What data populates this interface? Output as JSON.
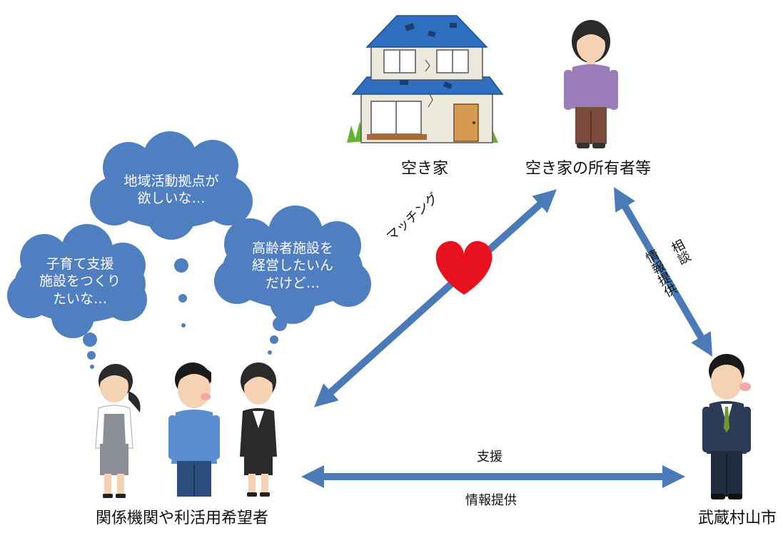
{
  "nodes": {
    "vacant_house": "空き家",
    "owner": "空き家の所有者等",
    "organizations": "関係機関や利活用希望者",
    "city": "武蔵村山市"
  },
  "bubbles": {
    "top": [
      "地域活動拠点が",
      "欲しいな…"
    ],
    "left": [
      "子育て支援",
      "施設をつくり",
      "たいな…"
    ],
    "right": [
      "高齢者施設を",
      "経営したいん",
      "だけど…"
    ]
  },
  "arrows": {
    "matching": "マッチング",
    "owner_city_1": "相談",
    "owner_city_2": "情報提供",
    "bottom_top": "支援",
    "bottom_bottom": "情報提供"
  },
  "colors": {
    "arrow": "#4a7ab8",
    "bubble": "#4f7fc0",
    "heart": "#e8121e"
  }
}
